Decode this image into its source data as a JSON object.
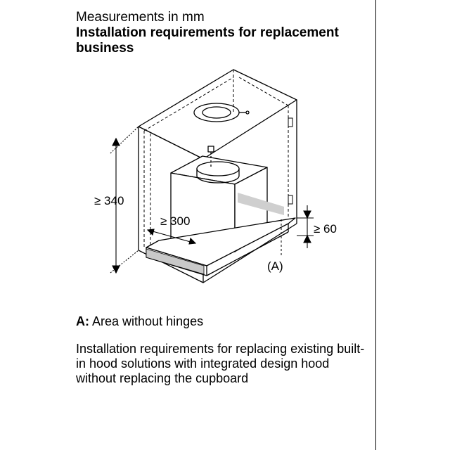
{
  "header": {
    "subtitle": "Measurements in mm",
    "title": "Installation requirements for replacement business"
  },
  "diagram": {
    "label_height": "≥ 340",
    "label_depth": "≥ 300",
    "label_gap": "≥ 60",
    "label_area": "(A)"
  },
  "legend": {
    "key": "A:",
    "text": "Area without hinges"
  },
  "description": "Installation requirements for replacing existing built-in hood solutions with integrated design hood without replacing the cupboard"
}
